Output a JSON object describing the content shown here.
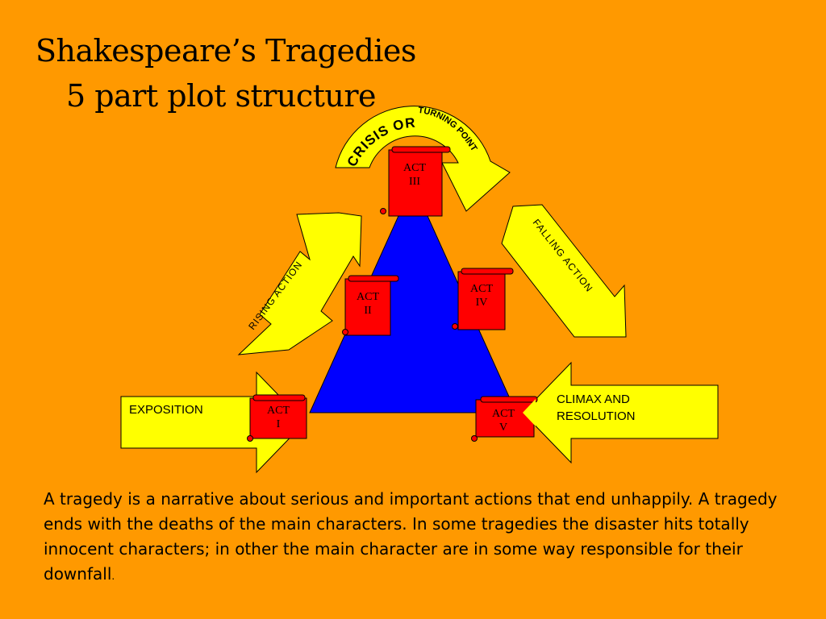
{
  "title": {
    "line1": "Shakespeare’s Tragedies",
    "line2": "5 part plot structure"
  },
  "arrows": {
    "crisis": "CRISIS OR",
    "turning_point": "TURNING POINT",
    "rising_action": "RISING ACTION",
    "falling_action": "FALLING ACTION",
    "exposition": "EXPOSITION",
    "climax_resolution": "CLIMAX AND RESOLUTION"
  },
  "acts": [
    {
      "label": "ACT",
      "numeral": "I"
    },
    {
      "label": "ACT",
      "numeral": "II"
    },
    {
      "label": "ACT",
      "numeral": "III"
    },
    {
      "label": "ACT",
      "numeral": "IV"
    },
    {
      "label": "ACT",
      "numeral": "V"
    }
  ],
  "colors": {
    "background": "#ff9900",
    "arrow_fill": "#ffff00",
    "triangle_fill": "#0000ff",
    "scroll_fill": "#ff0000"
  },
  "paragraph": {
    "text": "A tragedy is a narrative about serious and important actions that end unhappily.  A tragedy ends with the deaths of the main characters.  In some tragedies the disaster hits totally innocent characters; in other the main character are in some way responsible for their downfall",
    "end": "."
  }
}
